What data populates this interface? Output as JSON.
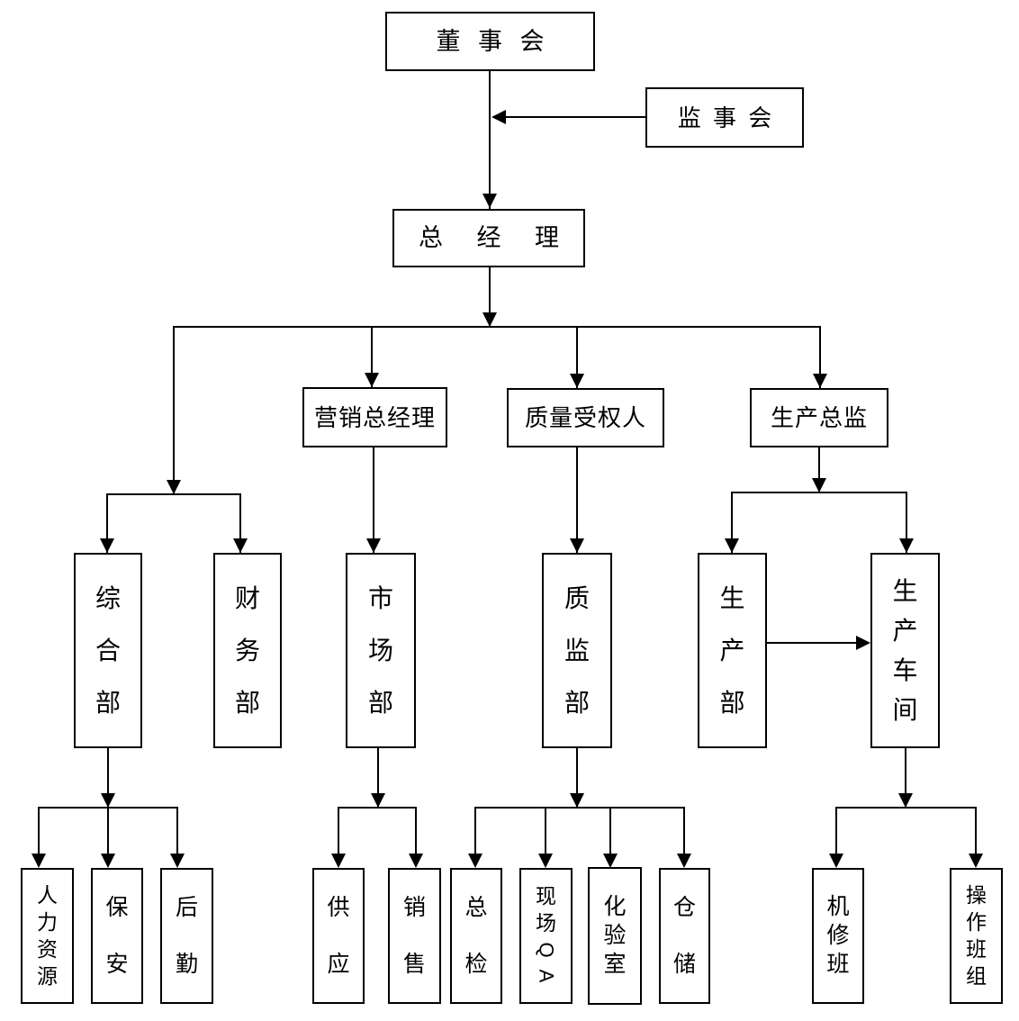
{
  "diagram": {
    "type": "org-chart",
    "nodes": {
      "board": {
        "label": "董 事 会"
      },
      "supervisory": {
        "label": "监 事 会"
      },
      "gm": {
        "label": "总 经 理"
      },
      "marketing_gm": {
        "label": "营销总经理"
      },
      "quality_person": {
        "label": "质量受权人"
      },
      "production_director": {
        "label": "生产总监"
      },
      "general_dept": {
        "label": "综合部"
      },
      "finance_dept": {
        "label": "财务部"
      },
      "market_dept": {
        "label": "市场部"
      },
      "quality_dept": {
        "label": "质监部"
      },
      "production_dept": {
        "label": "生产部"
      },
      "workshop": {
        "label": "生产车间"
      },
      "hr": {
        "label": "人力资源"
      },
      "security": {
        "label": "保安"
      },
      "logistics": {
        "label": "后勤"
      },
      "supply": {
        "label": "供应"
      },
      "sales": {
        "label": "销售"
      },
      "chief_inspection": {
        "label": "总检"
      },
      "onsite_qa": {
        "label": "现场QA"
      },
      "lab": {
        "label": "化验室"
      },
      "warehouse": {
        "label": "仓储"
      },
      "machine_repair": {
        "label": "机修班"
      },
      "operation_team": {
        "label": "操作班组"
      }
    },
    "edges": [
      {
        "from": "board",
        "to": "gm",
        "style": "arrow"
      },
      {
        "from": "supervisory",
        "to": "board-gm-line",
        "style": "arrow"
      },
      {
        "from": "gm",
        "to": "general_dept",
        "style": "arrow"
      },
      {
        "from": "gm",
        "to": "finance_dept",
        "style": "arrow"
      },
      {
        "from": "gm",
        "to": "marketing_gm",
        "style": "arrow"
      },
      {
        "from": "gm",
        "to": "quality_person",
        "style": "arrow"
      },
      {
        "from": "gm",
        "to": "production_director",
        "style": "arrow"
      },
      {
        "from": "marketing_gm",
        "to": "market_dept",
        "style": "arrow"
      },
      {
        "from": "quality_person",
        "to": "quality_dept",
        "style": "arrow"
      },
      {
        "from": "production_director",
        "to": "production_dept",
        "style": "arrow"
      },
      {
        "from": "production_director",
        "to": "workshop",
        "style": "arrow"
      },
      {
        "from": "production_dept",
        "to": "workshop",
        "style": "arrow"
      },
      {
        "from": "general_dept",
        "to": "hr",
        "style": "arrow"
      },
      {
        "from": "general_dept",
        "to": "security",
        "style": "arrow"
      },
      {
        "from": "general_dept",
        "to": "logistics",
        "style": "arrow"
      },
      {
        "from": "market_dept",
        "to": "supply",
        "style": "arrow"
      },
      {
        "from": "market_dept",
        "to": "sales",
        "style": "arrow"
      },
      {
        "from": "quality_dept",
        "to": "chief_inspection",
        "style": "arrow"
      },
      {
        "from": "quality_dept",
        "to": "onsite_qa",
        "style": "arrow"
      },
      {
        "from": "quality_dept",
        "to": "lab",
        "style": "arrow"
      },
      {
        "from": "quality_dept",
        "to": "warehouse",
        "style": "arrow"
      },
      {
        "from": "workshop",
        "to": "machine_repair",
        "style": "arrow"
      },
      {
        "from": "workshop",
        "to": "operation_team",
        "style": "arrow"
      }
    ],
    "colors": {
      "line": "#000000",
      "box_border": "#000000",
      "background": "#ffffff",
      "text": "#000000"
    }
  }
}
